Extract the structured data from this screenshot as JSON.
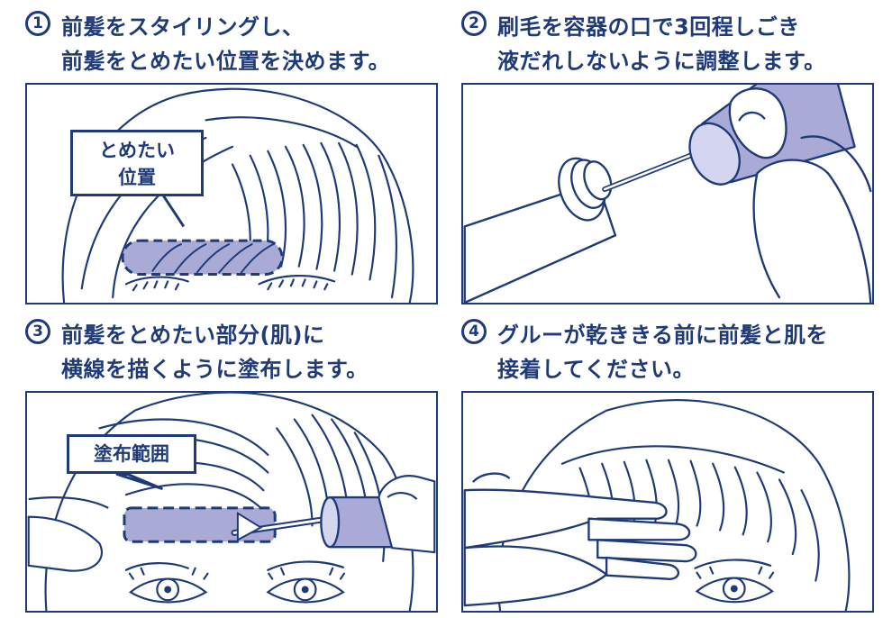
{
  "steps": [
    {
      "number": "1",
      "line1": "前髪をスタイリングし、",
      "line2": "前髪をとめたい位置を決めます。",
      "callout": {
        "line1": "とめたい",
        "line2": "位置"
      }
    },
    {
      "number": "2",
      "line1": "刷毛を容器の口で3回程しごき",
      "line2": "液だれしないように調整します。"
    },
    {
      "number": "3",
      "line1": "前髪をとめたい部分(肌)に",
      "line2": "横線を描くように塗布します。",
      "callout": {
        "line1": "塗布範囲"
      }
    },
    {
      "number": "4",
      "line1": "グルーが乾ききる前に前髪と肌を",
      "line2": "接着してください。"
    }
  ],
  "colors": {
    "navy": "#1f3a78",
    "lavender": "#a9aad6",
    "light_lavender": "#d4d5ee",
    "white": "#ffffff"
  }
}
